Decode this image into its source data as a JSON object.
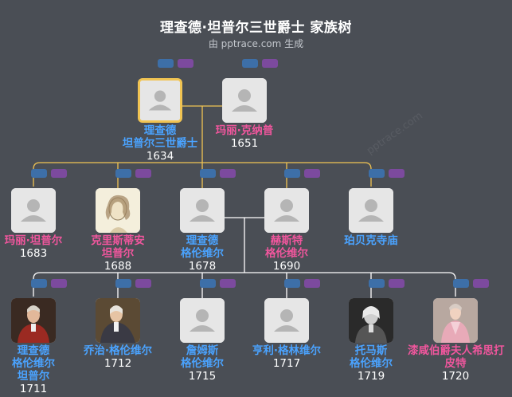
{
  "header": {
    "title": "理查德·坦普尔三世爵士 家族树",
    "subtitle": "由 pptrace.com 生成"
  },
  "watermark": "pptrace.com",
  "colors": {
    "background": "#4a4e55",
    "male_name": "#4aa3ff",
    "female_name": "#f0569d",
    "selected_border": "#f1c453",
    "spouse_line": "#f1c453",
    "child_line_gen1": "#f1c453",
    "child_line_gen2": "#ffffff",
    "badge_blue": "#3d6fa8",
    "badge_purple": "#7c4a9e"
  },
  "people": [
    {
      "id": "p1",
      "gender": "m",
      "name_lines": [
        "理查德",
        "坦普尔三世爵士"
      ],
      "year": "1634",
      "portrait": "placeholder",
      "selected": true
    },
    {
      "id": "p2",
      "gender": "f",
      "name_lines": [
        "玛丽·克纳普"
      ],
      "year": "1651",
      "portrait": "placeholder"
    },
    {
      "id": "c1",
      "gender": "f",
      "name_lines": [
        "玛丽·坦普尔"
      ],
      "year": "1683",
      "portrait": "placeholder"
    },
    {
      "id": "c2",
      "gender": "f",
      "name_lines": [
        "克里斯蒂安",
        "坦普尔"
      ],
      "year": "1688",
      "portrait": "sketch"
    },
    {
      "id": "c3",
      "gender": "m",
      "name_lines": [
        "理查德",
        "格伦维尔"
      ],
      "year": "1678",
      "portrait": "placeholder"
    },
    {
      "id": "c4",
      "gender": "f",
      "name_lines": [
        "赫斯特",
        "格伦维尔"
      ],
      "year": "1690",
      "portrait": "placeholder"
    },
    {
      "id": "c5",
      "gender": "m",
      "name_lines": [
        "珀贝克寺庙"
      ],
      "year": "",
      "portrait": "placeholder"
    },
    {
      "id": "g1",
      "gender": "m",
      "name_lines": [
        "理查德",
        "格伦维尔",
        "坦普尔"
      ],
      "year": "1711",
      "portrait": "painting-red"
    },
    {
      "id": "g2",
      "gender": "m",
      "name_lines": [
        "乔治·格伦维尔"
      ],
      "year": "1712",
      "portrait": "painting-dark"
    },
    {
      "id": "g3",
      "gender": "m",
      "name_lines": [
        "詹姆斯",
        "格伦维尔"
      ],
      "year": "1715",
      "portrait": "placeholder"
    },
    {
      "id": "g4",
      "gender": "m",
      "name_lines": [
        "亨利·格林维尔"
      ],
      "year": "1717",
      "portrait": "placeholder"
    },
    {
      "id": "g5",
      "gender": "m",
      "name_lines": [
        "托马斯",
        "格伦维尔"
      ],
      "year": "1719",
      "portrait": "engraving"
    },
    {
      "id": "g6",
      "gender": "f",
      "name_lines": [
        "漆咸伯爵夫人希思打",
        "皮特"
      ],
      "year": "1720",
      "portrait": "painting-pink"
    }
  ]
}
